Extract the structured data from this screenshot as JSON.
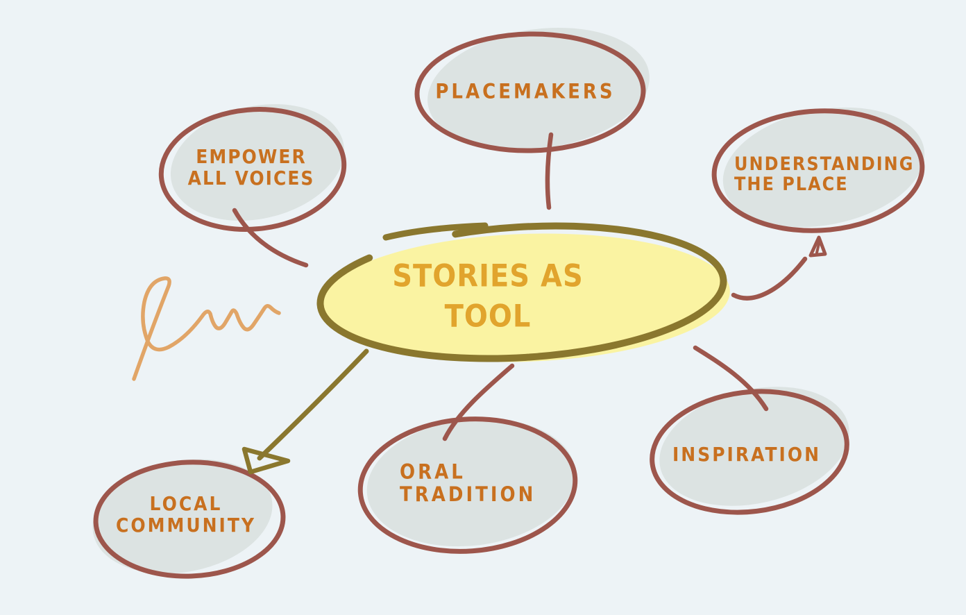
{
  "diagram": {
    "type": "mind-map",
    "center": {
      "id": "stories-as-tool",
      "label": "STORIES AS\nTOOL"
    },
    "nodes": [
      {
        "id": "empower-all-voices",
        "label": "EMPOWER\nALL VOICES"
      },
      {
        "id": "placemakers",
        "label": "PLACEMAKERS"
      },
      {
        "id": "understanding-the-place",
        "label": "UNDERSTANDING\nTHE PLACE"
      },
      {
        "id": "local-community",
        "label": "LOCAL\nCOMMUNITY"
      },
      {
        "id": "oral-tradition",
        "label": "ORAL\nTRADITION"
      },
      {
        "id": "inspiration",
        "label": "INSPIRATION"
      }
    ],
    "edges": [
      {
        "from": "empower-all-voices",
        "to": "stories-as-tool",
        "style": "plain-line"
      },
      {
        "from": "placemakers",
        "to": "stories-as-tool",
        "style": "plain-line"
      },
      {
        "from": "stories-as-tool",
        "to": "understanding-the-place",
        "style": "open-arrow"
      },
      {
        "from": "stories-as-tool",
        "to": "local-community",
        "style": "open-arrow"
      },
      {
        "from": "stories-as-tool",
        "to": "oral-tradition",
        "style": "plain-line"
      },
      {
        "from": "stories-as-tool",
        "to": "inspiration",
        "style": "plain-line"
      }
    ],
    "decorations": [
      {
        "id": "scribble",
        "description": "hand-drawn cursive squiggle left of center node"
      }
    ]
  },
  "palette": {
    "bg": "#EDF3F6",
    "node-fill": "#DCE3E2",
    "node-outline": "#9D564C",
    "node-text": "#C8701F",
    "center-fill": "#FAF3A2",
    "center-outline": "#8A772E",
    "center-text": "#E1A42D",
    "scribble": "#E1A567"
  }
}
